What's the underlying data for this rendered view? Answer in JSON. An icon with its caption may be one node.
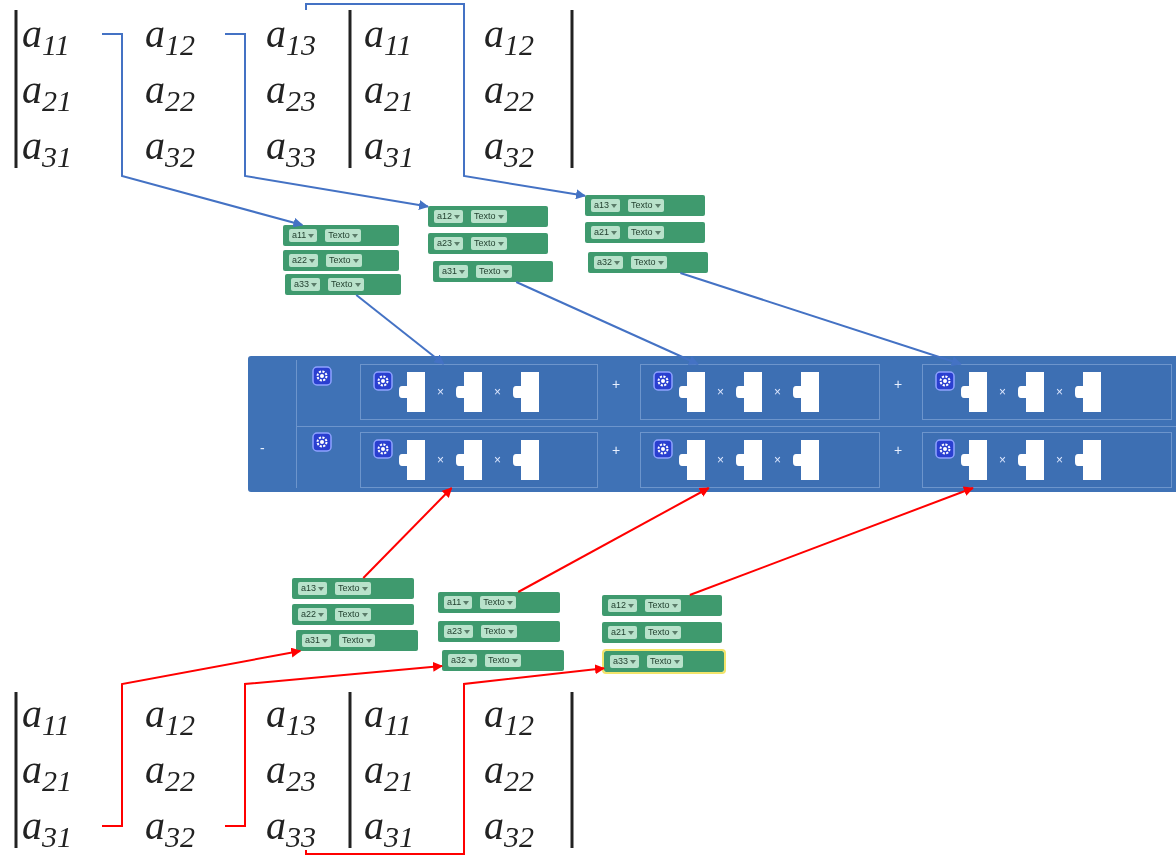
{
  "diagram": {
    "nodes": [
      {
        "text": [
          "a$_{11}$"
        ]
      },
      {
        "text": [
          "a$_{12}$"
        ]
      },
      {
        "text": [
          "a$_{13}$"
        ]
      },
      {
        "text": [
          "a$_{11}$"
        ]
      },
      {
        "text": [
          "a$_{12}$"
        ]
      },
      {
        "text": [
          "a$_{21}$"
        ]
      },
      {
        "text": [
          "a$_{22}$"
        ]
      },
      {
        "text": [
          "a$_{23}$"
        ]
      },
      {
        "text": [
          "a$_{21}$"
        ]
      },
      {
        "text": [
          "a$_{22}$"
        ]
      },
      {
        "text": [
          "a$_{31}$"
        ]
      },
      {
        "text": [
          "a$_{32}$"
        ]
      },
      {
        "text": [
          "a$_{33}$"
        ]
      },
      {
        "text": [
          "a$_{31}$"
        ]
      },
      {
        "text": [
          "a$_{32}$"
        ]
      },
      {
        "text": [
          "a11",
          "Texto"
        ]
      },
      {
        "text": [
          "a22",
          "Texto"
        ]
      },
      {
        "text": [
          "a33",
          "Texto"
        ]
      },
      {
        "text": [
          "a12",
          "Texto"
        ]
      },
      {
        "text": [
          "a23",
          "Texto"
        ]
      },
      {
        "text": [
          "a31",
          "Texto"
        ]
      },
      {
        "text": [
          "a13",
          "Texto"
        ]
      },
      {
        "text": [
          "a21",
          "Texto"
        ]
      },
      {
        "text": [
          "a32",
          "Texto"
        ]
      },
      {
        "text": [
          "-",
          "+",
          "+",
          "+",
          "+"
        ]
      },
      {
        "text": [
          "×",
          "×"
        ],
        "in": 24
      },
      {
        "text": [
          "×",
          "×"
        ],
        "in": 24
      },
      {
        "text": [
          "×",
          "×"
        ],
        "in": 24
      },
      {
        "text": [
          "×",
          "×"
        ],
        "in": 24
      },
      {
        "text": [
          "×",
          "×"
        ],
        "in": 24
      },
      {
        "text": [
          "×",
          "×"
        ],
        "in": 24
      },
      {
        "text": [
          "a13",
          "Texto"
        ]
      },
      {
        "text": [
          "a22",
          "Texto"
        ]
      },
      {
        "text": [
          "a31",
          "Texto"
        ]
      },
      {
        "text": [
          "a11",
          "Texto"
        ]
      },
      {
        "text": [
          "a23",
          "Texto"
        ]
      },
      {
        "text": [
          "a32",
          "Texto"
        ]
      },
      {
        "text": [
          "a12",
          "Texto"
        ]
      },
      {
        "text": [
          "a21",
          "Texto"
        ]
      },
      {
        "text": [
          "a33",
          "Texto"
        ]
      },
      {
        "text": [
          "a$_{11}$"
        ]
      },
      {
        "text": [
          "a$_{12}$"
        ]
      },
      {
        "text": [
          "a$_{13}$"
        ]
      },
      {
        "text": [
          "a$_{11}$"
        ]
      },
      {
        "text": [
          "a$_{12}$"
        ]
      },
      {
        "text": [
          "a$_{21}$"
        ]
      },
      {
        "text": [
          "a$_{22}$"
        ]
      },
      {
        "text": [
          "a$_{23}$"
        ]
      },
      {
        "text": [
          "a$_{21}$"
        ]
      },
      {
        "text": [
          "a$_{22}$"
        ]
      },
      {
        "text": [
          "a$_{31}$"
        ]
      },
      {
        "text": [
          "a$_{32}$"
        ]
      },
      {
        "text": [
          "a$_{33}$"
        ]
      },
      {
        "text": [
          "a$_{31}$"
        ]
      },
      {
        "text": [
          "a$_{32}$"
        ]
      }
    ],
    "edges": [
      {
        "from": 0,
        "to": 15,
        "arrow": "to"
      },
      {
        "from": 1,
        "to": 18,
        "arrow": "to"
      },
      {
        "from": 2,
        "to": 21,
        "arrow": "to"
      },
      {
        "from": 17,
        "to": 25,
        "arrow": "to"
      },
      {
        "from": 20,
        "to": 26,
        "arrow": "to"
      },
      {
        "from": 23,
        "to": 27,
        "arrow": "to"
      },
      {
        "from": 50,
        "to": 33,
        "arrow": "to",
        "color": "#ff0000"
      },
      {
        "from": 51,
        "to": 36,
        "arrow": "to",
        "color": "#ff0000"
      },
      {
        "from": 52,
        "to": 39,
        "arrow": "to",
        "color": "#ff0000"
      },
      {
        "from": 31,
        "to": 28,
        "arrow": "to",
        "color": "#ff0000"
      },
      {
        "from": 34,
        "to": 29,
        "arrow": "to",
        "color": "#ff0000"
      },
      {
        "from": 37,
        "to": 30,
        "arrow": "to",
        "color": "#ff0000"
      }
    ]
  }
}
